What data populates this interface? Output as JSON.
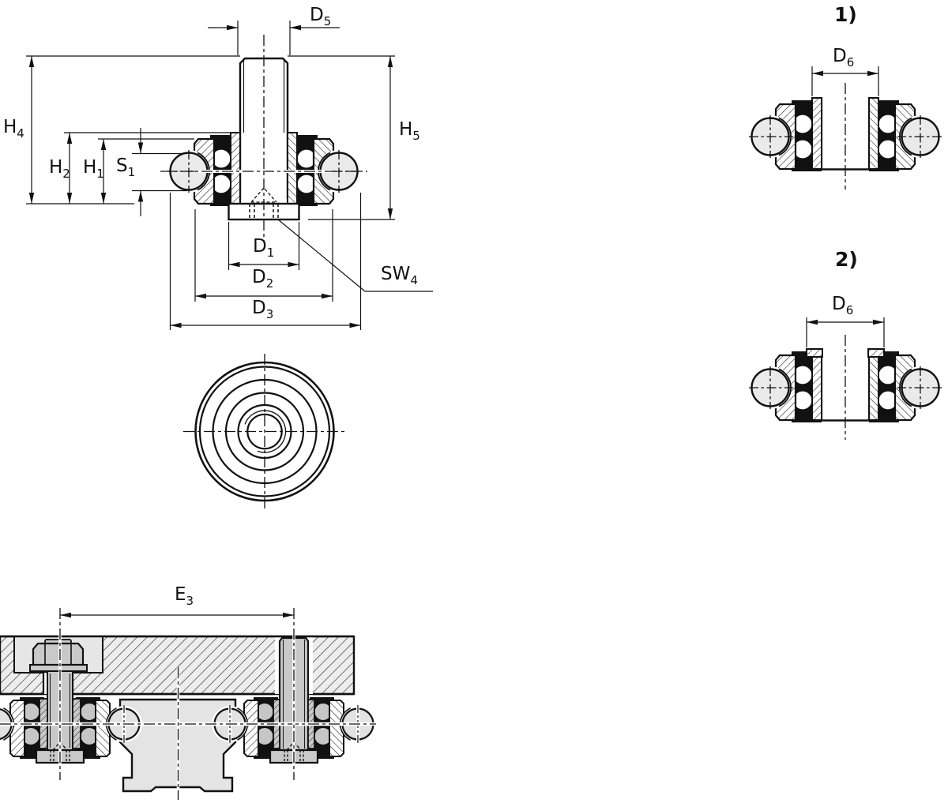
{
  "drawing": {
    "dimension_labels": {
      "d5": {
        "base": "D",
        "sub": "5"
      },
      "h4": {
        "base": "H",
        "sub": "4"
      },
      "h2": {
        "base": "H",
        "sub": "2"
      },
      "h1": {
        "base": "H",
        "sub": "1"
      },
      "s1": {
        "base": "S",
        "sub": "1"
      },
      "h5": {
        "base": "H",
        "sub": "5"
      },
      "d1": {
        "base": "D",
        "sub": "1"
      },
      "d2": {
        "base": "D",
        "sub": "2"
      },
      "d3": {
        "base": "D",
        "sub": "3"
      },
      "sw4": {
        "base": "SW",
        "sub": "4"
      },
      "e3": {
        "base": "E",
        "sub": "3"
      },
      "d6_variant1": {
        "base": "D",
        "sub": "6"
      },
      "d6_variant2": {
        "base": "D",
        "sub": "6"
      }
    },
    "variant_labels": {
      "variant1": "1)",
      "variant2": "2)"
    },
    "colors": {
      "line": "#111111",
      "roller_ball": "#eaeaea",
      "installation_ball": "#e2e2e2",
      "small_ball_installation": "#c6c6c6",
      "steel_gray": "#c9c9c9",
      "rail_gray": "#e4e4e4",
      "recess_gray": "#e6e6e6",
      "plate_gray": "#ededed",
      "background": "#ffffff"
    }
  }
}
